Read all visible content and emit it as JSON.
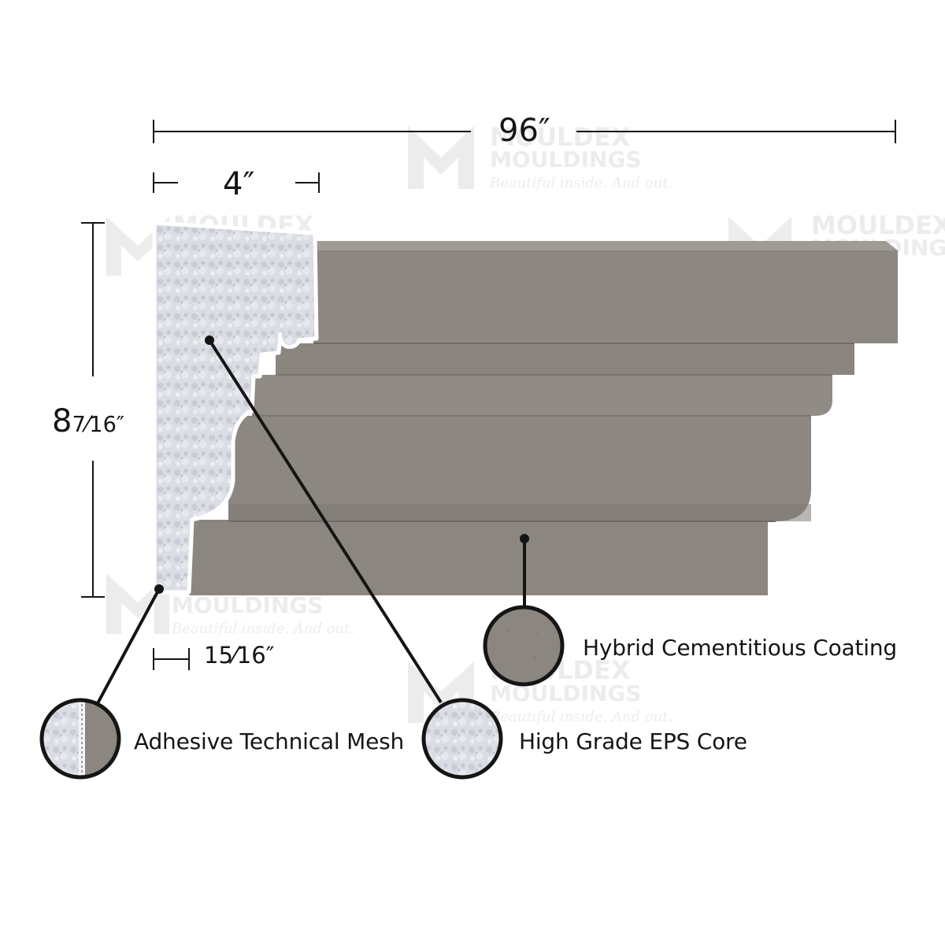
{
  "dimensions": {
    "length": "96″",
    "depth": "4″",
    "height_whole": "8",
    "height_fraction": "7⁄16″",
    "mesh_fraction": "15⁄16″"
  },
  "callouts": {
    "coating": "Hybrid Cementitious Coating",
    "mesh": "Adhesive Technical Mesh",
    "core": "High Grade EPS Core"
  },
  "watermark": {
    "brand": "MOULDEX",
    "sub": "MOULDINGS",
    "tagline": "Beautiful inside. And out."
  },
  "colors": {
    "coating": "#8c8680",
    "coating_light": "#9b958f",
    "coating_dark": "#7a746e",
    "eps": "#d9dce3",
    "ink": "#151515",
    "watermark": "#e8e8e8"
  }
}
